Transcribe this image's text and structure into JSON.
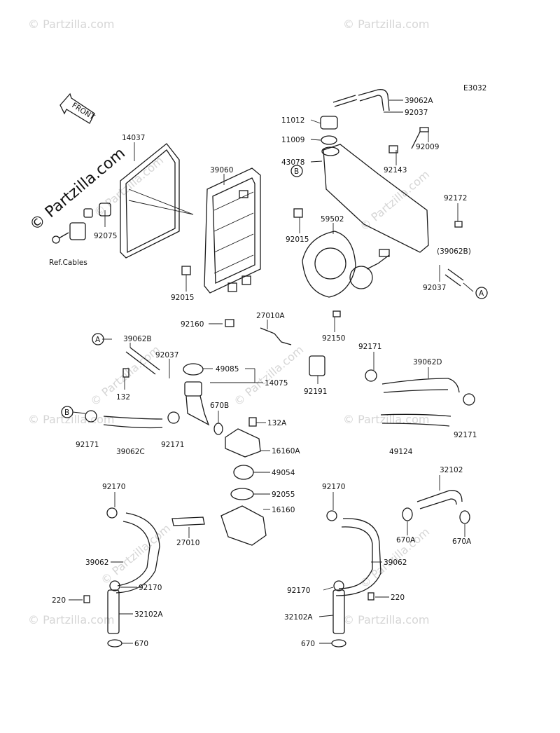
{
  "diagram_code": "E3032",
  "front_label": "FRONT",
  "ref_label": "Ref.Cables",
  "watermark": "© Partzilla.com",
  "callouts": [
    {
      "id": "39062A",
      "text": "39062A"
    },
    {
      "id": "92037a",
      "text": "92037"
    },
    {
      "id": "11012",
      "text": "11012"
    },
    {
      "id": "11009",
      "text": "11009"
    },
    {
      "id": "92009",
      "text": "92009"
    },
    {
      "id": "43078",
      "text": "43078"
    },
    {
      "id": "92143",
      "text": "92143"
    },
    {
      "id": "92172",
      "text": "92172"
    },
    {
      "id": "39062B_paren",
      "text": "(39062B)"
    },
    {
      "id": "92037b",
      "text": "92037"
    },
    {
      "id": "14037",
      "text": "14037"
    },
    {
      "id": "39060",
      "text": "39060"
    },
    {
      "id": "92075",
      "text": "92075"
    },
    {
      "id": "59502",
      "text": "59502"
    },
    {
      "id": "92015a",
      "text": "92015"
    },
    {
      "id": "92015b",
      "text": "92015"
    },
    {
      "id": "92160",
      "text": "92160"
    },
    {
      "id": "27010A",
      "text": "27010A"
    },
    {
      "id": "92150",
      "text": "92150"
    },
    {
      "id": "39062B",
      "text": "39062B"
    },
    {
      "id": "92037c",
      "text": "92037"
    },
    {
      "id": "49085",
      "text": "49085"
    },
    {
      "id": "14075",
      "text": "14075"
    },
    {
      "id": "92191",
      "text": "92191"
    },
    {
      "id": "92171a",
      "text": "92171"
    },
    {
      "id": "39062D",
      "text": "39062D"
    },
    {
      "id": "132",
      "text": "132"
    },
    {
      "id": "670B",
      "text": "670B"
    },
    {
      "id": "132A",
      "text": "132A"
    },
    {
      "id": "92171b",
      "text": "92171"
    },
    {
      "id": "39062C",
      "text": "39062C"
    },
    {
      "id": "92171c",
      "text": "92171"
    },
    {
      "id": "16160A",
      "text": "16160A"
    },
    {
      "id": "49124",
      "text": "49124"
    },
    {
      "id": "92171d",
      "text": "92171"
    },
    {
      "id": "49054",
      "text": "49054"
    },
    {
      "id": "32102",
      "text": "32102"
    },
    {
      "id": "92170a",
      "text": "92170"
    },
    {
      "id": "92055",
      "text": "92055"
    },
    {
      "id": "92170b",
      "text": "92170"
    },
    {
      "id": "16160",
      "text": "16160"
    },
    {
      "id": "27010",
      "text": "27010"
    },
    {
      "id": "670Aa",
      "text": "670A"
    },
    {
      "id": "670Ab",
      "text": "670A"
    },
    {
      "id": "39062a",
      "text": "39062"
    },
    {
      "id": "39062b",
      "text": "39062"
    },
    {
      "id": "92170c",
      "text": "92170"
    },
    {
      "id": "92170d",
      "text": "92170"
    },
    {
      "id": "220a",
      "text": "220"
    },
    {
      "id": "220b",
      "text": "220"
    },
    {
      "id": "32102Aa",
      "text": "32102A"
    },
    {
      "id": "32102Ab",
      "text": "32102A"
    },
    {
      "id": "670a",
      "text": "670"
    },
    {
      "id": "670b",
      "text": "670"
    }
  ],
  "markers": [
    {
      "id": "B1",
      "text": "B"
    },
    {
      "id": "A1",
      "text": "A"
    },
    {
      "id": "A2",
      "text": "A"
    },
    {
      "id": "B2",
      "text": "B"
    }
  ]
}
